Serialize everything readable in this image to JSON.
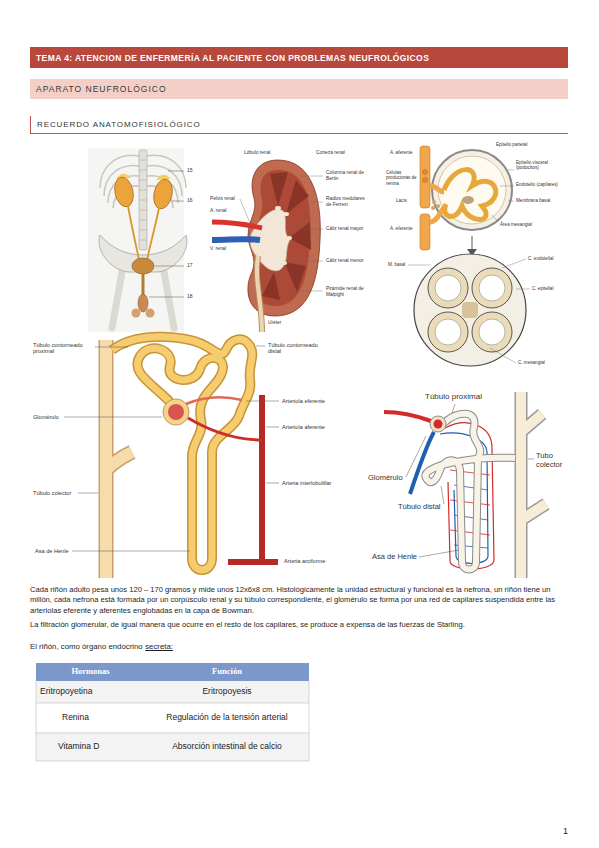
{
  "diagram": {
    "title": "TEMA 4: ATENCION DE ENFERMERÍA AL PACIENTE CON PROBLEMAS NEUFROLÓGICOS",
    "nodes": [
      {
        "text": [
          "APARATO NEUFROLÓGICO"
        ]
      },
      {
        "text": [
          "RECUERDO ANATOMOFISIOLÓGICO"
        ]
      }
    ],
    "labels": [
      "15",
      "16",
      "17",
      "18",
      "Lóbulo renal",
      "Corteza renal",
      "Columna renal de Bertin",
      "Pelvis renal",
      "A. renal",
      "Radios medulares de Ferrein",
      "V. renal",
      "Cáliz renal mayor",
      "Cáliz renal menor",
      "Pirámide renal de Malpighi",
      "Uréter",
      "Epitelio parietal",
      "A. aferente",
      "Epitelio visceral (podocitos)",
      "Células productoras de renina",
      "Endotelio (capilares)",
      "Membrana basal",
      "Lacis",
      "Área mesangial",
      "A. eferente",
      "M. basal",
      "C. endotelial",
      "C. epitelial",
      "C. mesangial",
      "Túbulo contorneado proximal",
      "Túbulo contorneado distal",
      "Arteriola eferente",
      "Glomérulo",
      "Arteriola aferente",
      "Túbulo proximal",
      "Arteria interlobulillar",
      "Glomérulo",
      "Túbulo colector",
      "Tubo colector",
      "Túbulo distal",
      "Arteria arciforme",
      "Asa de Henle",
      "Asa de Henle",
      "Cada riñón adulto pesa unos 120 – 170 gramos y mide unos 12x6x8 cm. Histológicamente la unidad estructural y funcional es la nefrona, un riñón tiene un millón, cada nefrona está formada por un corpúsculo renal y su túbulo correspondiente, el glomérulo se forma por una red de capilares suspendida entre las arteriolas eferente y aferentes englobadas en la capa de Bowman.",
      "La filtración glomerular, de igual manera que ocurre en el resto de los capilares, se produce a expensa de las fuerzas de Starling.",
      "El riñón, como órgano endocrino",
      "secreta:",
      "Hormonas",
      "Función",
      "Eritropoyetina",
      "Eritropoyesis",
      "Renina",
      "Regulación de la tensión arterial",
      "Vitamina D",
      "Absorción intestinal de calcio",
      "1"
    ]
  }
}
